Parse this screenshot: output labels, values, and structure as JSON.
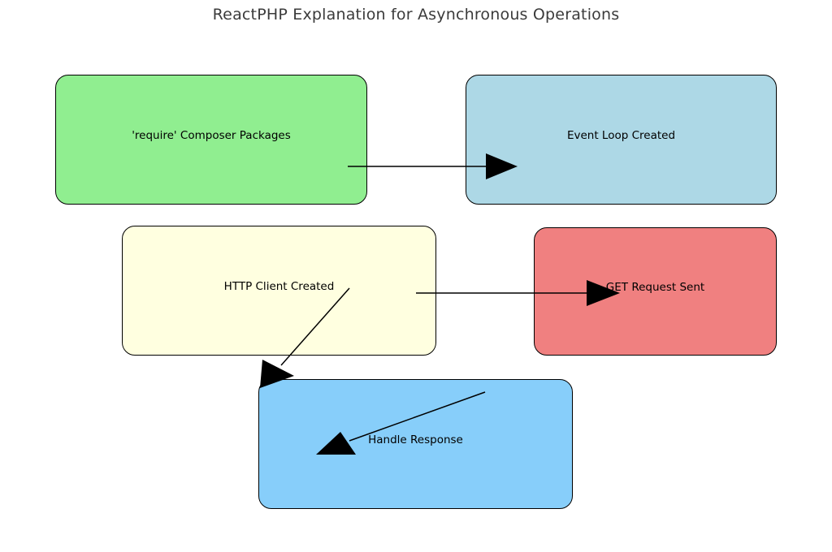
{
  "title": "ReactPHP Explanation for Asynchronous Operations",
  "nodes": [
    {
      "id": "require-composer-packages",
      "label": "'require' Composer Packages",
      "color": "#90EE90"
    },
    {
      "id": "event-loop-created",
      "label": "Event Loop Created",
      "color": "#ADD8E6"
    },
    {
      "id": "http-client-created",
      "label": "HTTP Client Created",
      "color": "#FFFFE0"
    },
    {
      "id": "get-request-sent",
      "label": "GET Request Sent",
      "color": "#F08080"
    },
    {
      "id": "handle-response",
      "label": "Handle Response",
      "color": "#87CEFA"
    }
  ],
  "edges": [
    {
      "from": "require-composer-packages",
      "to": "event-loop-created"
    },
    {
      "from": "http-client-created",
      "to": "get-request-sent"
    },
    {
      "from": "http-client-created",
      "to": "handle-response"
    },
    {
      "from": "get-request-sent",
      "to": "handle-response"
    }
  ],
  "colors": {
    "background": "#ffffff",
    "title_text": "#3b3b3b",
    "label_text": "#000000",
    "node_border": "#000000",
    "arrow": "#000000"
  }
}
